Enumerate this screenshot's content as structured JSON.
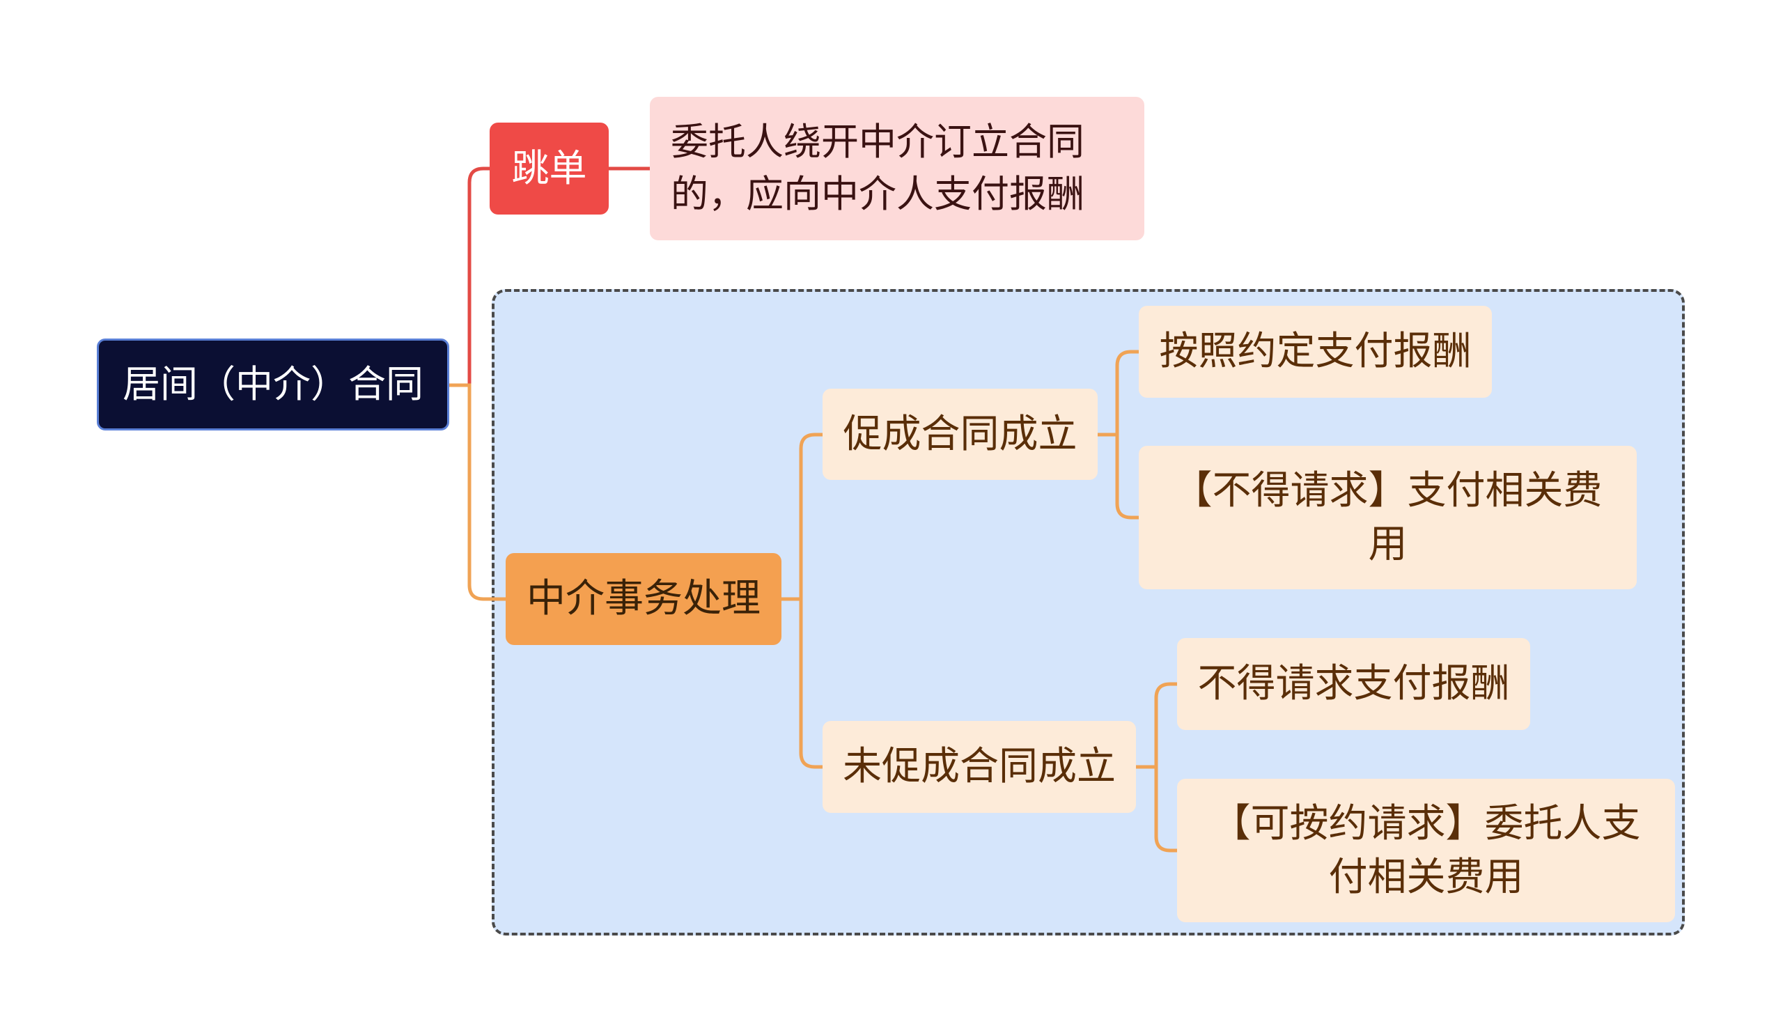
{
  "root": {
    "label": "居间（中介）合同"
  },
  "branches": [
    {
      "label": "跳单",
      "children": [
        {
          "label": "委托人绕开中介订立合同\n的，应向中介人支付报酬"
        }
      ]
    },
    {
      "label": "中介事务处理",
      "children": [
        {
          "label": "促成合同成立",
          "children": [
            {
              "label": "按照约定支付报酬"
            },
            {
              "label": "【不得请求】支付相关费\n用"
            }
          ]
        },
        {
          "label": "未促成合同成立",
          "children": [
            {
              "label": "不得请求支付报酬"
            },
            {
              "label": "【可按约请求】委托人支\n付相关费用"
            }
          ]
        }
      ]
    }
  ],
  "colors": {
    "root_fill": "#0b0f33",
    "red_branch": "#ef4a47",
    "red_leaf": "#fddad9",
    "orange_branch": "#f4a050",
    "orange_light": "#fdebd9",
    "group_fill": "#d5e5fb",
    "red_line": "#e34a45",
    "orange_line": "#f0a355"
  }
}
